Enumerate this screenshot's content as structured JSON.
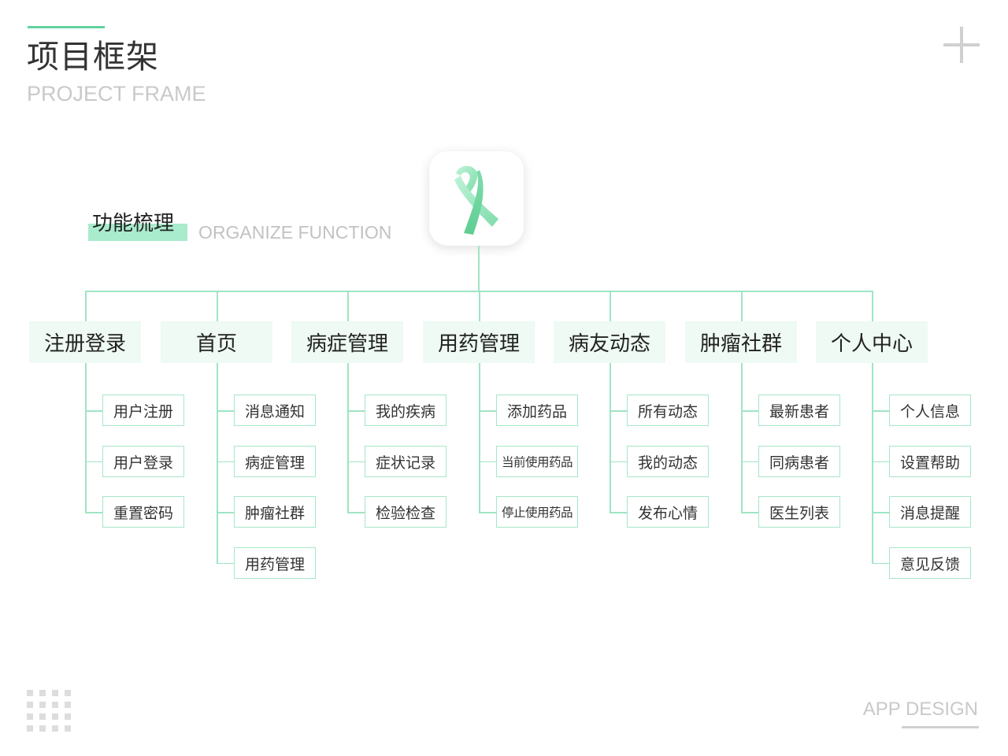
{
  "header": {
    "title": "项目框架",
    "subtitle": "PROJECT FRAME"
  },
  "section": {
    "title": "功能梳理",
    "subtitle": "ORGANIZE FUNCTION"
  },
  "app_icon": {
    "icon": "ribbon-icon",
    "colors": {
      "ribbon_light": "#a6ecc6",
      "ribbon_dark": "#5fce93"
    }
  },
  "tree": [
    {
      "label": "注册登录",
      "children": [
        "用户注册",
        "用户登录",
        "重置密码"
      ]
    },
    {
      "label": "首页",
      "children": [
        "消息通知",
        "病症管理",
        "肿瘤社群",
        "用药管理"
      ]
    },
    {
      "label": "病症管理",
      "children": [
        "我的疾病",
        "症状记录",
        "检验检查"
      ]
    },
    {
      "label": "用药管理",
      "children": [
        "添加药品",
        "当前使用药品",
        "停止使用药品"
      ]
    },
    {
      "label": "病友动态",
      "children": [
        "所有动态",
        "我的动态",
        "发布心情"
      ]
    },
    {
      "label": "肿瘤社群",
      "children": [
        "最新患者",
        "同病患者",
        "医生列表"
      ]
    },
    {
      "label": "个人中心",
      "children": [
        "个人信息",
        "设置帮助",
        "消息提醒",
        "意见反馈"
      ]
    }
  ],
  "footer": {
    "label": "APP DESIGN"
  },
  "colors": {
    "accent": "#5fd3a0",
    "line": "#9ee5c3",
    "category_bg": "#eefaf3",
    "item_border": "#a6e7c7",
    "muted_text": "#c9c9c9"
  }
}
